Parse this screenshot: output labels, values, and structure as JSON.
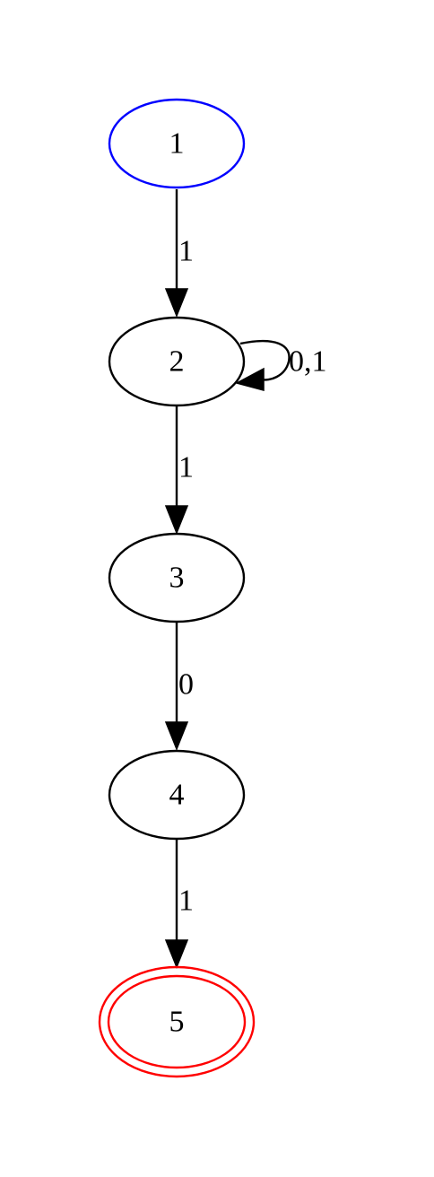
{
  "automaton": {
    "start_state_color": "#0000ff",
    "accept_state_color": "#ff0000",
    "default_color": "#000000",
    "states": [
      {
        "id": "1",
        "label": "1",
        "role": "start"
      },
      {
        "id": "2",
        "label": "2",
        "role": "normal"
      },
      {
        "id": "3",
        "label": "3",
        "role": "normal"
      },
      {
        "id": "4",
        "label": "4",
        "role": "normal"
      },
      {
        "id": "5",
        "label": "5",
        "role": "accept"
      }
    ],
    "transitions": [
      {
        "from": "1",
        "to": "2",
        "label": "1"
      },
      {
        "from": "2",
        "to": "2",
        "label": "0,1"
      },
      {
        "from": "2",
        "to": "3",
        "label": "1"
      },
      {
        "from": "3",
        "to": "4",
        "label": "0"
      },
      {
        "from": "4",
        "to": "5",
        "label": "1"
      }
    ]
  }
}
